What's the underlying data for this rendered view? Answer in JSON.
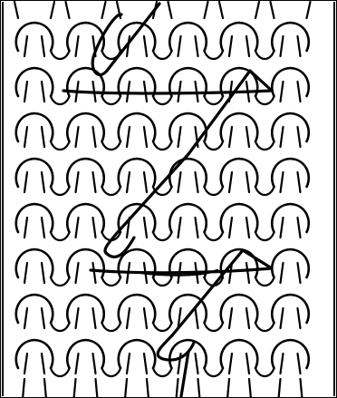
{
  "diagram": {
    "subject": "knitted-fabric-stitch-illustration",
    "stroke_color": "#000000",
    "background_color": "#ffffff",
    "stitch_rows": 8,
    "stitches_per_row": 6,
    "has_text": false
  }
}
